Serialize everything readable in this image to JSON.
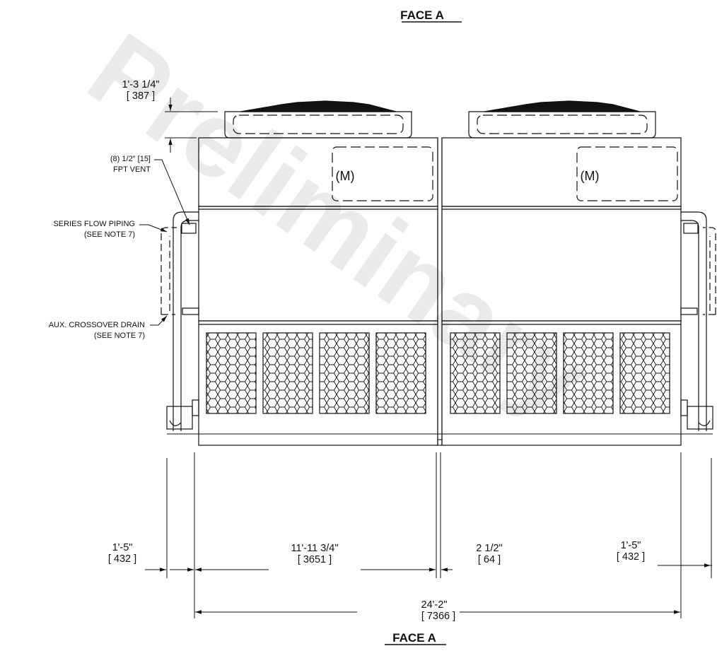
{
  "watermark": "Preliminary",
  "titles": {
    "top": "FACE A",
    "bottom": "FACE A"
  },
  "callouts": {
    "vent_line1": "(8) 1/2\" [15]",
    "vent_line2": "FPT VENT",
    "series_line1": "SERIES FLOW PIPING",
    "series_line2": "(SEE NOTE 7)",
    "aux_line1": "AUX. CROSSOVER DRAIN",
    "aux_line2": "(SEE NOTE 7)"
  },
  "motor_symbol": "(M)",
  "dimensions": {
    "fan_height": {
      "imperial": "1'-3 1/4\"",
      "metric": "[ 387 ]"
    },
    "left_overhang": {
      "imperial": "1'-5\"",
      "metric": "[ 432 ]"
    },
    "unit_width": {
      "imperial": "11'-11 3/4\"",
      "metric": "[ 3651 ]"
    },
    "gap": {
      "imperial": "2 1/2\"",
      "metric": "[ 64 ]"
    },
    "right_overhang": {
      "imperial": "1'-5\"",
      "metric": "[ 432 ]"
    },
    "overall": {
      "imperial": "24'-2\"",
      "metric": "[ 7366 ]"
    }
  },
  "colors": {
    "line": "#111111",
    "watermark": "#dadada"
  }
}
